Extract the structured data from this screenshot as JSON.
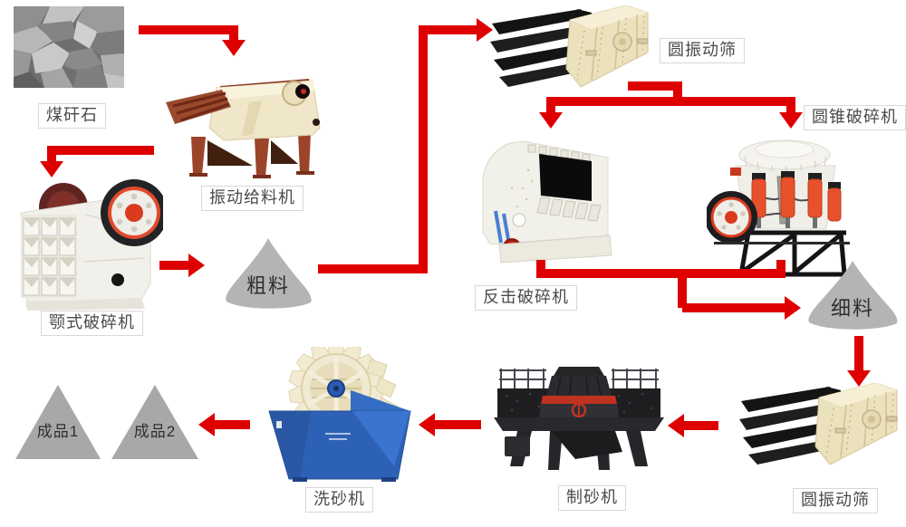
{
  "diagram": {
    "type": "process-flow",
    "background": "#ffffff",
    "arrow_color": "#de0000",
    "nodes": {
      "raw_material": {
        "label": "煤矸石",
        "kind": "material-photo"
      },
      "vibrating_feeder": {
        "label": "振动给料机",
        "kind": "machine"
      },
      "jaw_crusher": {
        "label": "颚式破碎机",
        "kind": "machine"
      },
      "coarse_material": {
        "label": "粗料",
        "kind": "material-pile",
        "color": "#b4b4b4"
      },
      "screen_top": {
        "label": "圆振动筛",
        "kind": "machine"
      },
      "cone_crusher": {
        "label": "圆锥破碎机",
        "kind": "machine"
      },
      "impact_crusher": {
        "label": "反击破碎机",
        "kind": "machine"
      },
      "fine_material": {
        "label": "细料",
        "kind": "material-pile",
        "color": "#b4b4b4"
      },
      "screen_bottom": {
        "label": "圆振动筛",
        "kind": "machine"
      },
      "sand_making_machine": {
        "label": "制砂机",
        "kind": "machine"
      },
      "sand_washer": {
        "label": "洗砂机",
        "kind": "machine"
      },
      "product_1": {
        "label": "成品1",
        "kind": "product-triangle",
        "color": "#a8a8a8"
      },
      "product_2": {
        "label": "成品2",
        "kind": "product-triangle",
        "color": "#a8a8a8"
      }
    }
  }
}
